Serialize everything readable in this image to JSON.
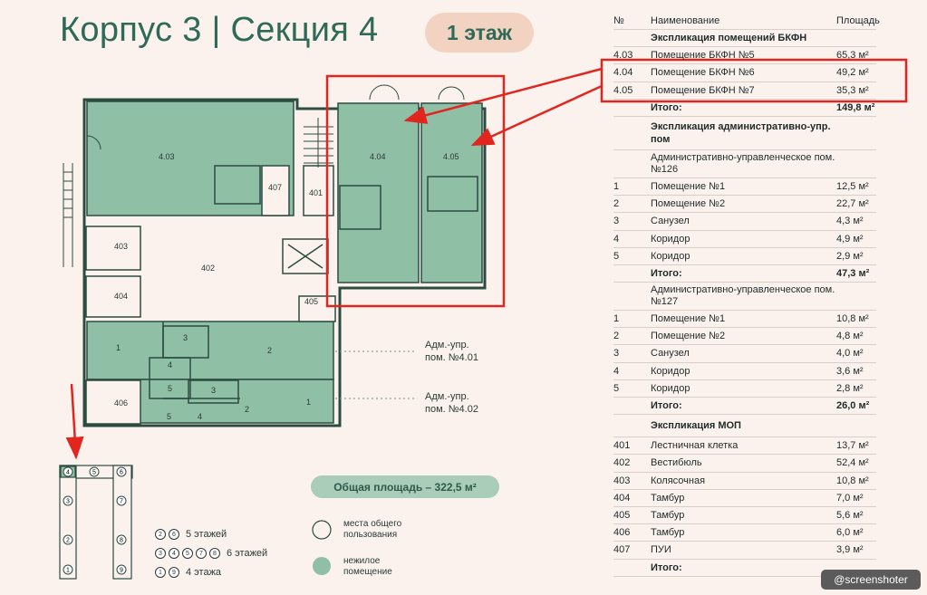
{
  "header": {
    "title": "Корпус 3 | Секция 4",
    "floor": "1 этаж"
  },
  "plan": {
    "rooms": [
      "4.03",
      "407",
      "401",
      "4.04",
      "4.05",
      "403",
      "402",
      "404",
      "405",
      "406"
    ],
    "adm_rooms_401": [
      "1",
      "2",
      "3",
      "4",
      "5"
    ],
    "adm_rooms_402": [
      "1",
      "2",
      "3",
      "4",
      "5"
    ],
    "adm_401_label": [
      "Адм.-упр.",
      "пом. №4.01"
    ],
    "adm_402_label": [
      "Адм.-упр.",
      "пом. №4.02"
    ]
  },
  "total_area": "Общая площадь – 322,5 м²",
  "legend": {
    "common": [
      "места общего",
      "пользования"
    ],
    "nonresidential": [
      "нежилое",
      "помещение"
    ],
    "floors_5": "5 этажей",
    "floors_6": "6 этажей",
    "floors_4": "4 этажа",
    "dots_5": [
      "2",
      "6"
    ],
    "dots_6": [
      "3",
      "4",
      "5",
      "7",
      "8"
    ],
    "dots_4": [
      "1",
      "9"
    ],
    "mini_sections": [
      "4",
      "5",
      "6",
      "3",
      "7",
      "2",
      "8",
      "1",
      "9"
    ]
  },
  "table": {
    "headers": [
      "№",
      "Наименование",
      "Площадь"
    ],
    "rows": [
      {
        "no": "",
        "name": "Экспликация помещений БКФН",
        "area": "",
        "type": "section"
      },
      {
        "no": "4.03",
        "name": "Помещение БКФН №5",
        "area": "65,3 м²"
      },
      {
        "no": "4.04",
        "name": "Помещение БКФН №6",
        "area": "49,2 м²"
      },
      {
        "no": "4.05",
        "name": "Помещение БКФН №7",
        "area": "35,3 м²"
      },
      {
        "no": "",
        "name": "Итого:",
        "area": "149,8 м²",
        "type": "total"
      },
      {
        "no": "",
        "name": "Экспликация административно-упр. пом",
        "area": "",
        "type": "section2"
      },
      {
        "no": "",
        "name": "Административно-управленческое пом. №126",
        "area": "",
        "type": "sub"
      },
      {
        "no": "1",
        "name": "Помещение №1",
        "area": "12,5 м²"
      },
      {
        "no": "2",
        "name": "Помещение №2",
        "area": "22,7 м²"
      },
      {
        "no": "3",
        "name": "Санузел",
        "area": "4,3 м²"
      },
      {
        "no": "4",
        "name": "Коридор",
        "area": "4,9 м²"
      },
      {
        "no": "5",
        "name": "Коридор",
        "area": "2,9 м²"
      },
      {
        "no": "",
        "name": "Итого:",
        "area": "47,3 м²",
        "type": "total"
      },
      {
        "no": "",
        "name": "Административно-управленческое пом. №127",
        "area": "",
        "type": "sub"
      },
      {
        "no": "1",
        "name": "Помещение №1",
        "area": "10,8 м²"
      },
      {
        "no": "2",
        "name": "Помещение №2",
        "area": "4,8 м²"
      },
      {
        "no": "3",
        "name": "Санузел",
        "area": "4,0 м²"
      },
      {
        "no": "4",
        "name": "Коридор",
        "area": "3,6 м²"
      },
      {
        "no": "5",
        "name": "Коридор",
        "area": "2,8 м²"
      },
      {
        "no": "",
        "name": "Итого:",
        "area": "26,0 м²",
        "type": "total"
      },
      {
        "no": "",
        "name": "Экспликация МОП",
        "area": "",
        "type": "section3"
      },
      {
        "no": "401",
        "name": "Лестничная клетка",
        "area": "13,7 м²"
      },
      {
        "no": "402",
        "name": "Вестибюль",
        "area": "52,4 м²"
      },
      {
        "no": "403",
        "name": "Колясочная",
        "area": "10,8 м²"
      },
      {
        "no": "404",
        "name": "Тамбур",
        "area": "7,0 м²"
      },
      {
        "no": "405",
        "name": "Тамбур",
        "area": "5,6 м²"
      },
      {
        "no": "406",
        "name": "Тамбур",
        "area": "6,0 м²"
      },
      {
        "no": "407",
        "name": "ПУИ",
        "area": "3,9 м²"
      },
      {
        "no": "",
        "name": "Итого:",
        "area": "",
        "type": "total"
      }
    ]
  },
  "watermark": "@screenshoter",
  "colors": {
    "green_room": "#8fbfa4",
    "wall": "#2c4c40",
    "highlight": "#e0261f",
    "title": "#2f6a58"
  }
}
